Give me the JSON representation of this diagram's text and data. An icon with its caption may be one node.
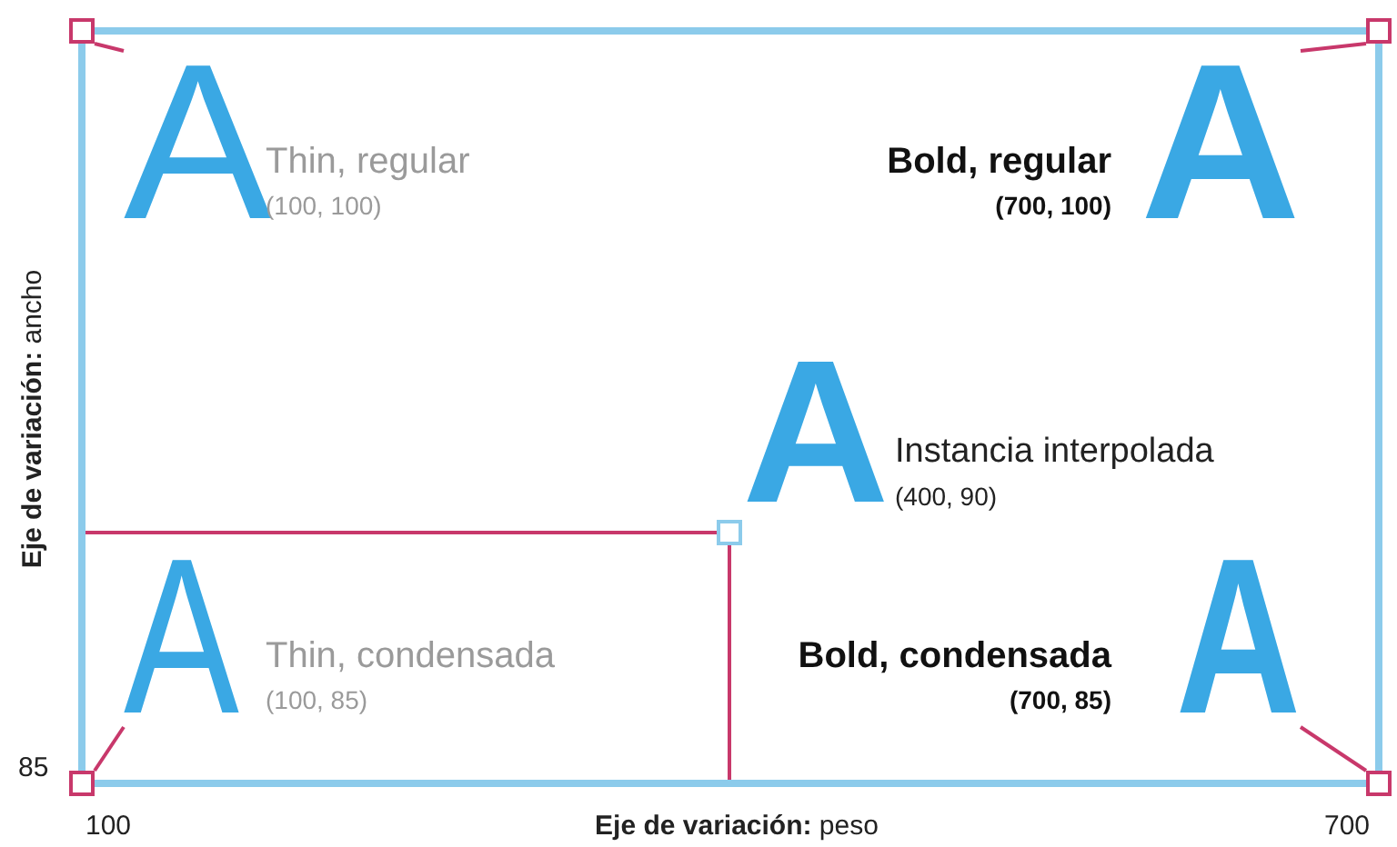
{
  "diagram": {
    "nodes": [
      {
        "text": [],
        "shape": "box"
      },
      {
        "text": [],
        "shape": "box"
      },
      {
        "text": [
          "A",
          "Thin, regular",
          "(100, 100)"
        ]
      },
      {
        "text": [
          "Bold, regular",
          "(700, 100)",
          "A"
        ]
      },
      {
        "text": [
          "A",
          "Instancia interpolada",
          "(400, 90)"
        ]
      },
      {
        "text": [],
        "shape": "box"
      },
      {
        "text": [
          "A",
          "Thin, condensada",
          "(100, 85)"
        ]
      },
      {
        "text": [
          "Bold, condensada",
          "(700, 85)",
          "A"
        ]
      },
      {
        "text": [],
        "shape": "box"
      },
      {
        "text": [],
        "shape": "box"
      }
    ],
    "edges": [
      {
        "from": 0,
        "to": 2,
        "arrow": "none"
      },
      {
        "from": 1,
        "to": 3,
        "arrow": "none"
      },
      {
        "from": 8,
        "to": 6,
        "arrow": "none"
      },
      {
        "from": 9,
        "to": 7,
        "arrow": "none"
      }
    ],
    "labels": [
      "**Eje de variación:** ancho",
      "85",
      "100",
      "**Eje de variación:** peso",
      "700"
    ]
  }
}
